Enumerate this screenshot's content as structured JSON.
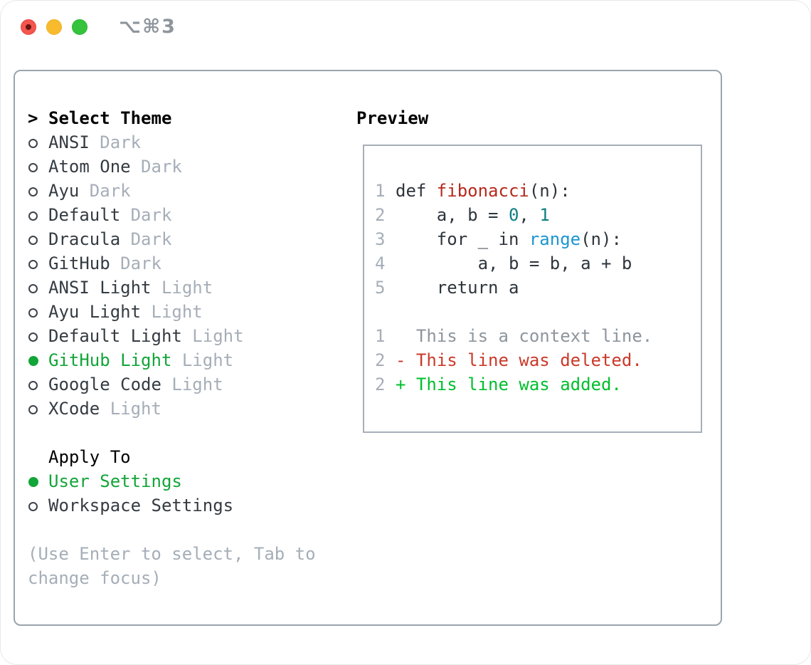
{
  "window": {
    "title": "⌥⌘3",
    "traffic_lights": [
      "close",
      "minimize",
      "zoom"
    ]
  },
  "colors": {
    "accent_green": "#12a538",
    "muted_gray": "#a5aeb8",
    "item_text": "#343b42",
    "title_gray": "#8e959c",
    "code_text": "#2e353c",
    "function_red": "#b52a1d",
    "number_teal": "#0f7e82",
    "builtin_blue": "#1b95d2",
    "context_gray": "#8d959d",
    "deleted_red": "#cb3929",
    "added_green": "#00bf2d"
  },
  "theme_picker": {
    "header_prefix": ">",
    "header": "Select Theme",
    "items": [
      {
        "name": "ANSI",
        "variant": "Dark",
        "selected": false
      },
      {
        "name": "Atom One",
        "variant": "Dark",
        "selected": false
      },
      {
        "name": "Ayu",
        "variant": "Dark",
        "selected": false
      },
      {
        "name": "Default",
        "variant": "Dark",
        "selected": false
      },
      {
        "name": "Dracula",
        "variant": "Dark",
        "selected": false
      },
      {
        "name": "GitHub",
        "variant": "Dark",
        "selected": false
      },
      {
        "name": "ANSI Light",
        "variant": "Light",
        "selected": false
      },
      {
        "name": "Ayu Light",
        "variant": "Light",
        "selected": false
      },
      {
        "name": "Default Light",
        "variant": "Light",
        "selected": false
      },
      {
        "name": "GitHub Light",
        "variant": "Light",
        "selected": true
      },
      {
        "name": "Google Code",
        "variant": "Light",
        "selected": false
      },
      {
        "name": "XCode",
        "variant": "Light",
        "selected": false
      }
    ],
    "apply_to": {
      "header": "Apply To",
      "options": [
        {
          "name": "User Settings",
          "selected": true
        },
        {
          "name": "Workspace Settings",
          "selected": false
        }
      ]
    },
    "hint": "(Use Enter to select, Tab to change focus)"
  },
  "preview": {
    "header": "Preview",
    "code_lines": [
      {
        "num": "1",
        "tokens": [
          {
            "t": "def ",
            "c": "code_text"
          },
          {
            "t": "fibonacci",
            "c": "function_red"
          },
          {
            "t": "(n):",
            "c": "code_text"
          }
        ]
      },
      {
        "num": "2",
        "tokens": [
          {
            "t": "    a, b = ",
            "c": "code_text"
          },
          {
            "t": "0",
            "c": "number_teal"
          },
          {
            "t": ", ",
            "c": "code_text"
          },
          {
            "t": "1",
            "c": "number_teal"
          }
        ]
      },
      {
        "num": "3",
        "tokens": [
          {
            "t": "    for _ in ",
            "c": "code_text"
          },
          {
            "t": "range",
            "c": "builtin_blue"
          },
          {
            "t": "(n):",
            "c": "code_text"
          }
        ]
      },
      {
        "num": "4",
        "tokens": [
          {
            "t": "        a, b = b, a + b",
            "c": "code_text"
          }
        ]
      },
      {
        "num": "5",
        "tokens": [
          {
            "t": "    return a",
            "c": "code_text"
          }
        ]
      },
      {
        "num": "",
        "tokens": []
      },
      {
        "num": "1",
        "tokens": [
          {
            "t": "  This is a context line.",
            "c": "context_gray"
          }
        ]
      },
      {
        "num": "2",
        "tokens": [
          {
            "t": "- This line was deleted.",
            "c": "deleted_red"
          }
        ]
      },
      {
        "num": "2",
        "tokens": [
          {
            "t": "+ This line was added.",
            "c": "added_green"
          }
        ]
      }
    ]
  }
}
